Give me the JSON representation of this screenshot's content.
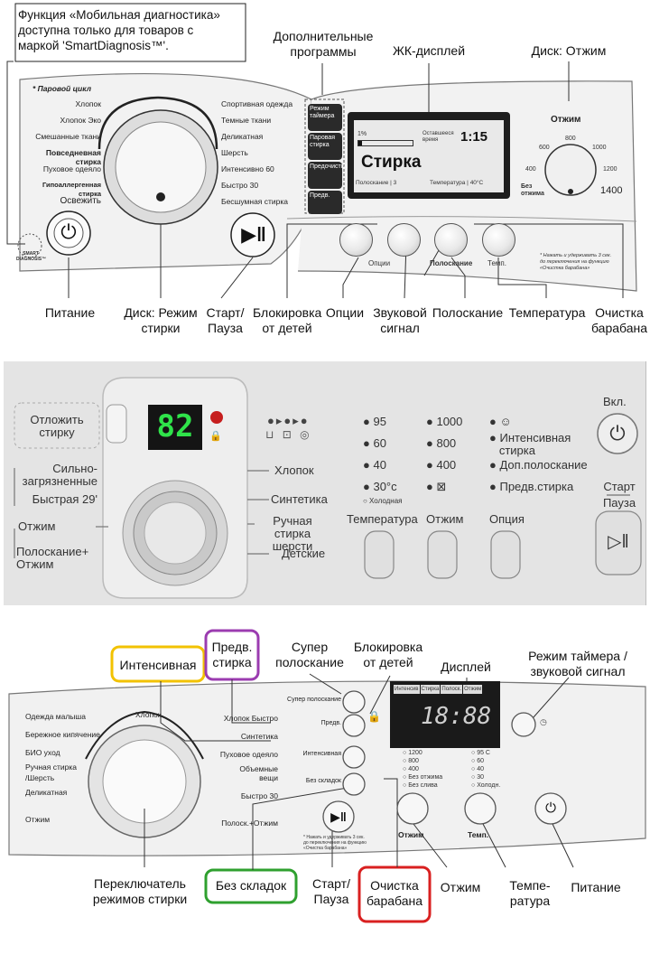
{
  "panel1": {
    "note": [
      "Функция «Мобильная диагностика»",
      "доступна только для товаров с",
      "маркой 'SmartDiagnosis™'."
    ],
    "callouts": {
      "extra_programs": [
        "Дополнительные",
        "программы"
      ],
      "lcd": "ЖК-дисплей",
      "spin_disc": "Диск: Отжим",
      "power": "Питание",
      "mode_disc": [
        "Диск: Режим",
        "стирки"
      ],
      "start": [
        "Старт/",
        "Пауза"
      ],
      "child_lock": [
        "Блокировка",
        "от детей"
      ],
      "options": "Опции",
      "sound": [
        "Звуковой",
        "сигнал"
      ],
      "rinse": "Полоскание",
      "temp": "Температура",
      "drum_clean": [
        "Очистка",
        "барабана"
      ]
    },
    "steam_cycle": "* Паровой цикл",
    "programs_left": [
      "Хлопок",
      "Хлопок Эко",
      "Смешанные ткани",
      "Повседневная стирка",
      "Пуховое одеяло",
      "Гипоаллергенная стирка",
      "Освежить"
    ],
    "programs_right": [
      "Спортивная одежда",
      "Темные ткани",
      "Деликатная",
      "Шерсть",
      "Интенсивно 60",
      "Быстро 30",
      "Бесшумная стирка"
    ],
    "side_buttons": [
      "Режим таймера",
      "Паровая стирка",
      "Предочистка",
      "Предв."
    ],
    "display": {
      "percent": "1%",
      "remaining": [
        "Оставшееся",
        "время"
      ],
      "time": "1:15",
      "mode": "Стирка",
      "rinse_label": "Полоскание",
      "rinse_val": "3",
      "temp_label": "Температура",
      "temp_val": "40°C"
    },
    "spin": {
      "title": "Отжим",
      "values": [
        "400",
        "600",
        "800",
        "1000",
        "1200"
      ],
      "max": "1400",
      "no_spin": [
        "Без",
        "отжима"
      ]
    },
    "button_labels": {
      "options": "Опции",
      "rinse": "Полоскание",
      "temp": "Темп."
    },
    "hint": [
      "* Нажать и удерживать 3 сек.",
      "до переключения на функцию",
      "«Очистка барабана»"
    ],
    "smart": [
      "SMART",
      "DIAGNOSIS™"
    ]
  },
  "panel2": {
    "delay": [
      "Отложить",
      "стирку"
    ],
    "digits": "82",
    "left_programs": [
      "Сильно-",
      "загрязненные",
      "Быстрая 29'",
      "Отжим",
      "Полоскание+",
      "Отжим"
    ],
    "right_programs": [
      "Хлопок",
      "Синтетика",
      "Ручная стирка",
      "шерсти",
      "Детские"
    ],
    "temps": [
      "95",
      "60",
      "40",
      "30°c"
    ],
    "cold": "○ Холодная",
    "spins": [
      "1000",
      "800",
      "400"
    ],
    "options": [
      "Интенсивная",
      "стирка",
      "Доп.полоскание",
      "Предв.стирка"
    ],
    "btn_labels": [
      "Температура",
      "Отжим",
      "Опция"
    ],
    "power": "Вкл.",
    "start": [
      "Старт",
      "Пауза"
    ]
  },
  "panel3": {
    "callouts": {
      "intensive": "Интенсивная",
      "prewash": [
        "Предв.",
        "стирка"
      ],
      "super_rinse": [
        "Супер",
        "полоскание"
      ],
      "child_lock": [
        "Блокировка",
        "от детей"
      ],
      "display": "Дисплей",
      "timer": [
        "Режим таймера /",
        "звуковой сигнал"
      ],
      "selector": [
        "Переключатель",
        "режимов стирки"
      ],
      "no_crease": "Без складок",
      "start": [
        "Старт/",
        "Пауза"
      ],
      "drum": [
        "Очистка",
        "барабана"
      ],
      "spin": "Отжим",
      "temp": [
        "Темпе-",
        "ратура"
      ],
      "power": "Питание"
    },
    "left_programs": [
      "Одежда малыша",
      "Бережное кипячение",
      "БИО уход",
      "Ручная стирка",
      "/Шерсть",
      "Деликатная",
      "Отжим"
    ],
    "top_program": "Хлопок",
    "right_programs": [
      "Хлопок Быстро",
      "Синтетика",
      "Пуховое одеяло",
      "Объемные",
      "вещи",
      "Быстро 30",
      "Полоск.+Отжим"
    ],
    "side_buttons": [
      "Супер полоскание",
      "Предв.",
      "Интенсивная",
      "Без складок"
    ],
    "display_tabs": [
      "Интенсив",
      "Стирка",
      "Полоск.",
      "Отжим"
    ],
    "time": "18:88",
    "spins": [
      "1200",
      "800",
      "400",
      "Без отжима",
      "Без слива"
    ],
    "temps": [
      "95 C",
      "60",
      "40",
      "30",
      "Холодн."
    ],
    "btn_labels": [
      "Отжим",
      "Темп."
    ],
    "hint": [
      "* Нажать и удерживать 3 сек.",
      "до переключения на функцию",
      "«Очистка барабана»"
    ],
    "colors": {
      "yellow": "#f2c200",
      "purple": "#9b3cb0",
      "green": "#2fa02f",
      "red": "#d92020"
    }
  }
}
